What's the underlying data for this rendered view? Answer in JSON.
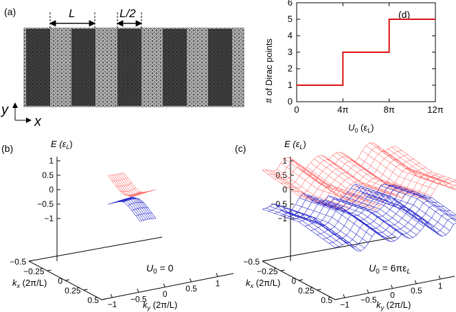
{
  "panel_a": {
    "label": "(a)",
    "period_label": "L",
    "half_period_label": "L/2",
    "axis_x": "x",
    "axis_y": "y"
  },
  "panel_b": {
    "label": "(b)",
    "energy_label": "E (ε",
    "energy_sub": "L",
    "energy_close": ")",
    "z_ticks": [
      "1",
      "0.5",
      "0",
      "−0.5",
      "−1"
    ],
    "kx_ticks": [
      "−0.5",
      "−0.25",
      "0",
      "0.25",
      "0.5"
    ],
    "ky_ticks": [
      "−1",
      "−0.5",
      "0",
      "0.5",
      "1"
    ],
    "kx_label": "k",
    "kx_sub": "x",
    "kx_unit": " (2π/L)",
    "ky_label": "k",
    "ky_sub": "y",
    "ky_unit": " (2π/L)",
    "annotation_main": "U",
    "annotation_sub": "0",
    "annotation_rest": " = 0"
  },
  "panel_c": {
    "label": "(c)",
    "energy_label": "E (ε",
    "energy_sub": "L",
    "energy_close": ")",
    "z_ticks": [
      "1",
      "0.5",
      "0",
      "−0.5",
      "−1"
    ],
    "kx_ticks": [
      "−0.5",
      "−0.25",
      "0",
      "0.25",
      "0.5"
    ],
    "ky_ticks": [
      "−1",
      "−0.5",
      "0",
      "0.5",
      "1"
    ],
    "kx_label": "k",
    "kx_sub": "x",
    "kx_unit": " (2π/L)",
    "ky_label": "k",
    "ky_sub": "y",
    "ky_unit": " (2π/L)",
    "annotation_main": "U",
    "annotation_sub": "0",
    "annotation_rest": " = 6πε",
    "annotation_sub2": "L"
  },
  "panel_d": {
    "label": "(d)",
    "ylabel": "# of Dirac points",
    "xlabel_main": "U",
    "xlabel_sub": "0",
    "xlabel_unit": " (ε",
    "xlabel_unit_sub": "L",
    "xlabel_close": ")"
  },
  "colors": {
    "step_line": "#dd1111",
    "upper_band": "#ff6f6f",
    "lower_band": "#2222cc",
    "stripe_dark": "#4d4d4d",
    "lattice": "#222222"
  },
  "chart_data": {
    "type": "line",
    "xlabel": "U0 (εL)",
    "ylabel": "# of Dirac points",
    "xlim": [
      0,
      12
    ],
    "x_unit": "π",
    "ylim": [
      0,
      6
    ],
    "x_ticks": [
      "0",
      "4π",
      "8π",
      "12π"
    ],
    "y_ticks": [
      "0",
      "1",
      "2",
      "3",
      "4",
      "5",
      "6"
    ],
    "x": [
      0,
      4,
      4,
      8,
      8,
      12
    ],
    "y": [
      1,
      1,
      3,
      3,
      5,
      5
    ],
    "grid": false
  }
}
